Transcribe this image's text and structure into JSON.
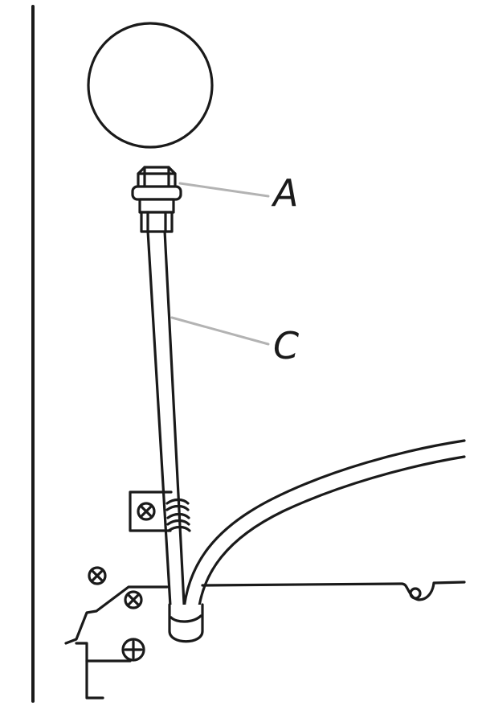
{
  "callouts": {
    "a": {
      "label": "A",
      "part": "fitting"
    },
    "c": {
      "label": "C",
      "part": "tube"
    }
  },
  "colors": {
    "ink": "#1a1a1a",
    "leader": "#b3b3b3",
    "background": "#ffffff"
  },
  "icons": [
    "screw-icon",
    "circle-port-icon",
    "hex-fitting-icon"
  ]
}
